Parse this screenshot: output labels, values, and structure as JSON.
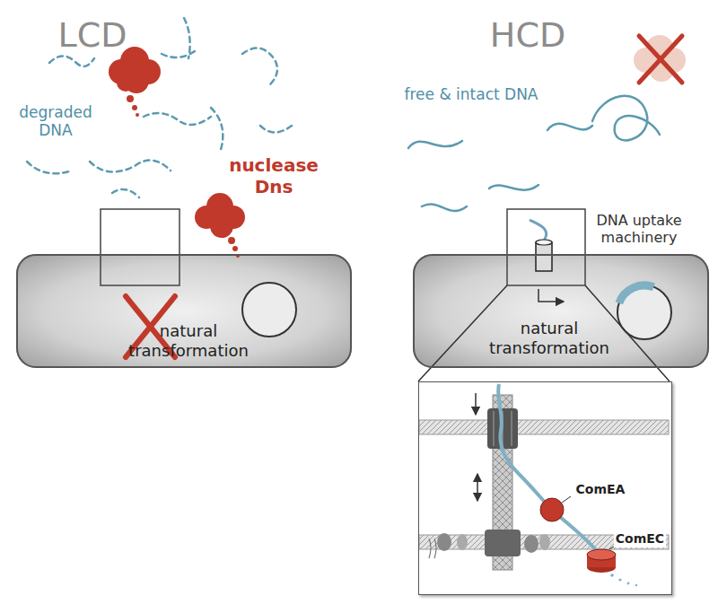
{
  "diagram": {
    "nodes": [
      {
        "text": [
          "natural transformation"
        ]
      },
      {
        "text": [
          "natural transformation"
        ]
      },
      {
        "text": [
          "ComEA",
          "ComEC"
        ]
      }
    ],
    "labels": [
      "LCD",
      "HCD",
      "degraded DNA",
      "nuclease Dns",
      "free & intact DNA",
      "DNA uptake machinery"
    ]
  }
}
